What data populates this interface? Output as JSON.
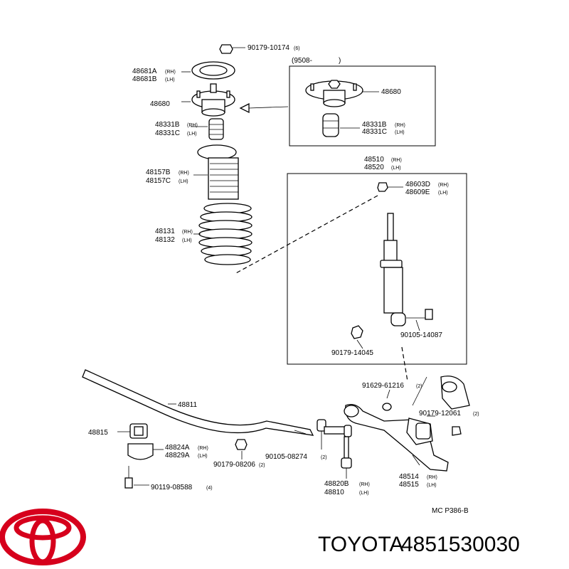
{
  "labels": {
    "p90179_10174": "90179-10174",
    "p90179_10174_q": "(6)",
    "p48681a": "48681A",
    "rh1": "(RH)",
    "p48681b": "48681B",
    "lh1": "(LH)",
    "p48680_left": "48680",
    "p48331b": "48331B",
    "rh2": "(RH)",
    "p48331c": "48331C",
    "lh2": "(LH)",
    "p48157b": "48157B",
    "rh3": "(RH)",
    "p48157c": "48157C",
    "lh3": "(LH)",
    "p48131": "48131",
    "rh4": "(RH)",
    "p48132": "48132",
    "lh4": "(LH)",
    "inset_date": "(9508-",
    "inset_date_close": ")",
    "p48680_right": "48680",
    "p48331b_r": "48331B",
    "rh5": "(RH)",
    "p48331c_r": "48331C",
    "lh5": "(LH)",
    "p48510": "48510",
    "rh6": "(RH)",
    "p48520": "48520",
    "lh6": "(LH)",
    "p48603d": "48603D",
    "rh7": "(RH)",
    "p48609e": "48609E",
    "lh7": "(LH)",
    "p90105_14087": "90105-14087",
    "p90179_14045": "90179-14045",
    "p48811": "48811",
    "p48815": "48815",
    "p48824a": "48824A",
    "rh8": "(RH)",
    "p48829a": "48829A",
    "lh8": "(LH)",
    "p90179_08206": "90179-08206",
    "p90179_08206_q": "(2)",
    "p90105_08274": "90105-08274",
    "p90105_08274_q": "(2)",
    "p90119_08588": "90119-08588",
    "p90119_08588_q": "(4)",
    "p91629_61216": "91629-61216",
    "p91629_61216_q": "(2)",
    "p90179_12061": "90179-12061",
    "p90179_12061_q": "(2)",
    "p48820b": "48820B",
    "rh9": "(RH)",
    "p48810": "48810",
    "lh9": "(LH)",
    "p48514": "48514",
    "rh10": "(RH)",
    "p48515": "48515",
    "lh10": "(LH)",
    "ref_code": "MC  P386-B"
  },
  "brand": {
    "name": "TOYOTA",
    "part_number": "4851530030",
    "logo_color": "#d6001c"
  }
}
